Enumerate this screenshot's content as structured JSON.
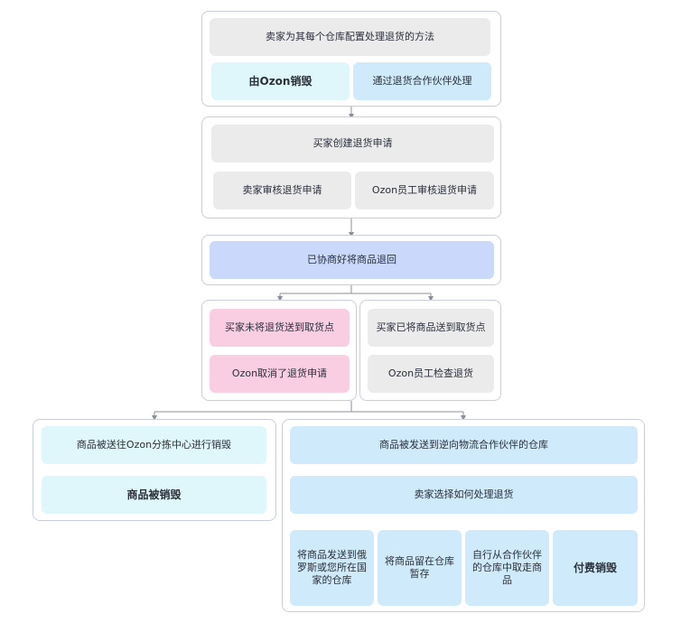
{
  "nodes": {
    "seller_config": "卖家为其每个仓库配置处理退货的方法",
    "ozon_destroy": "由Ozon销毁",
    "partner_handle": "通过退货合作伙伴处理",
    "buyer_create": "买家创建退货申请",
    "seller_review": "卖家审核退货申请",
    "ozon_review": "Ozon员工审核退货申请",
    "agreed_return": "已协商好将商品退回",
    "buyer_not_sent": "买家未将退货送到取货点",
    "ozon_cancel": "Ozon取消了退货申请",
    "buyer_sent": "买家已将商品送到取货点",
    "ozon_check": "Ozon员工检查退货",
    "sent_sorting": "商品被送往Ozon分拣中心进行销毁",
    "destroyed": "商品被销毁",
    "sent_partner": "商品被发送到逆向物流合作伙伴的仓库",
    "seller_choose": "卖家选择如何处理退货",
    "send_to_warehouse": "将商品发送到俄罗斯或您所在国家的仓库",
    "keep_storage": "将商品留在仓库暂存",
    "self_pickup": "自行从合作伙伴的仓库中取走商品",
    "paid_destroy": "付费销毁"
  },
  "colors": {
    "gray": "#ebebec",
    "cyan": "#dff6fb",
    "blue": "#cfeafa",
    "lavender": "#c9d8fb",
    "pink": "#f9cde2",
    "connector": "#8a909a"
  }
}
